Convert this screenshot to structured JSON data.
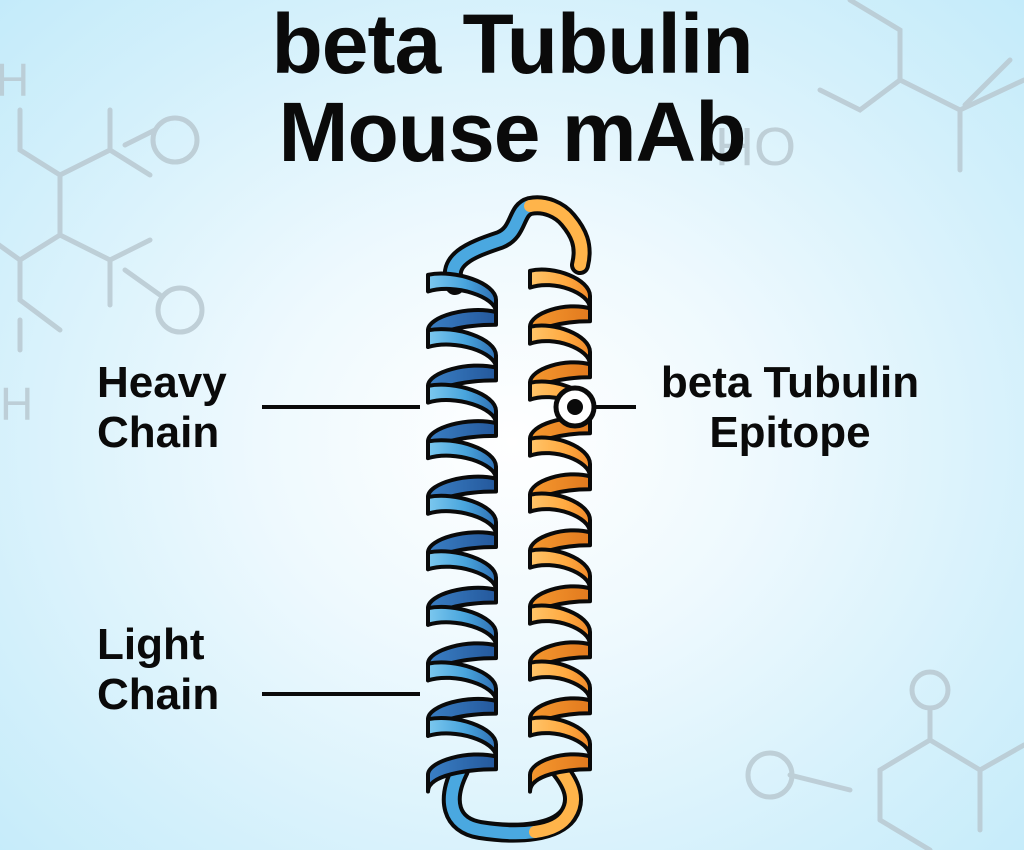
{
  "title": {
    "line1": "beta Tubulin",
    "line2": "Mouse mAb"
  },
  "labels": {
    "heavy_chain": [
      "Heavy",
      "Chain"
    ],
    "light_chain": [
      "Light",
      "Chain"
    ],
    "epitope": [
      "beta Tubulin",
      "Epitope"
    ]
  },
  "background_text": {
    "h_top": "H",
    "h_mid": "H",
    "ho": "HO"
  },
  "colors": {
    "heavy_chain_light": "#5bb6e6",
    "heavy_chain_dark": "#2f6fb3",
    "light_chain_light": "#ffb44a",
    "light_chain_dark": "#f08a2a",
    "outline": "#0a0a0a",
    "molecule_lines": "#b9c9d1"
  }
}
